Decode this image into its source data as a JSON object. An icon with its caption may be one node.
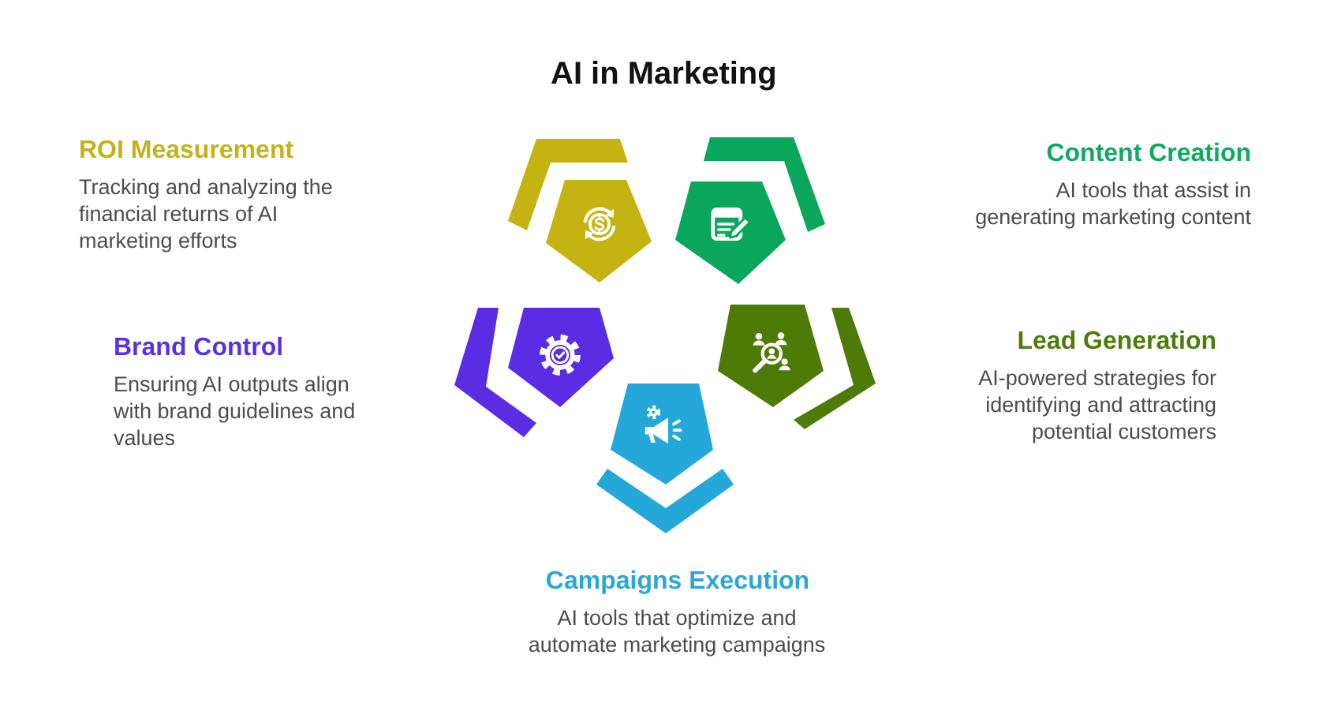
{
  "diagram": {
    "title": "AI in Marketing",
    "nodes": [
      {
        "text": [],
        "shape": "pentagon",
        "beside": [
          "ROI Measurement",
          "Tracking and analyzing the financial returns of AI marketing efforts"
        ]
      },
      {
        "text": [],
        "shape": "pentagon",
        "beside": [
          "Content Creation",
          "AI tools that assist in generating marketing content"
        ]
      },
      {
        "text": [],
        "shape": "pentagon",
        "beside": [
          "Brand Control",
          "Ensuring AI outputs align with brand guidelines and values"
        ]
      },
      {
        "text": [],
        "shape": "pentagon",
        "beside": [
          "Lead Generation",
          "AI-powered strategies for identifying and attracting potential customers"
        ]
      },
      {
        "text": [],
        "shape": "pentagon",
        "beside": [
          "Campaigns Execution",
          "AI tools that optimize and automate marketing campaigns"
        ]
      }
    ]
  }
}
